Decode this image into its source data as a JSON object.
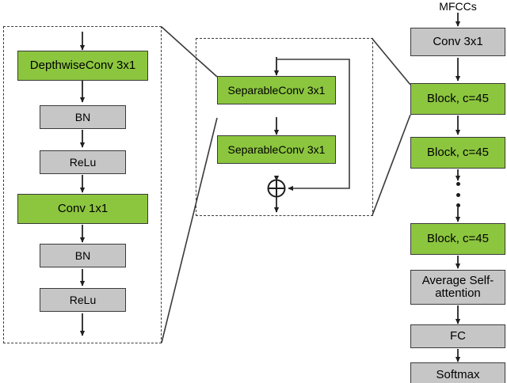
{
  "figure": {
    "title": "Neural network architecture diagram",
    "colors": {
      "green": "#8CC63F",
      "gray": "#C6C6C6",
      "stroke": "#3a3a3a",
      "background": "#ffffff"
    }
  },
  "left_panel": {
    "name": "depthwise-separable-conv-expansion",
    "nodes": [
      {
        "id": "depthwiseconv",
        "label": "DepthwiseConv 3x1",
        "style": "green"
      },
      {
        "id": "bn1",
        "label": "BN",
        "style": "gray"
      },
      {
        "id": "relu1",
        "label": "ReLu",
        "style": "gray"
      },
      {
        "id": "conv1x1",
        "label": "Conv 1x1",
        "style": "green"
      },
      {
        "id": "bn2",
        "label": "BN",
        "style": "gray"
      },
      {
        "id": "relu2",
        "label": "ReLu",
        "style": "gray"
      }
    ]
  },
  "middle_panel": {
    "name": "block-expansion",
    "nodes": [
      {
        "id": "sepconv1",
        "label": "SeparableConv 3x1",
        "style": "green"
      },
      {
        "id": "sepconv2",
        "label": "SeparableConv 3x1",
        "style": "green"
      }
    ],
    "operator": {
      "id": "residual-add",
      "symbol": "⊕",
      "label": "add"
    }
  },
  "right_panel": {
    "name": "full-network-pipeline",
    "input_label": "MFCCs",
    "nodes": [
      {
        "id": "conv3x1",
        "label": "Conv 3x1",
        "style": "gray"
      },
      {
        "id": "block1",
        "label": "Block, c=45",
        "style": "green"
      },
      {
        "id": "block2",
        "label": "Block, c=45",
        "style": "green"
      },
      {
        "id": "block_n",
        "label": "Block, c=45",
        "style": "green"
      },
      {
        "id": "avgattn",
        "label": "Average Self-\nattention",
        "style": "gray"
      },
      {
        "id": "fc",
        "label": "FC",
        "style": "gray"
      },
      {
        "id": "softmax",
        "label": "Softmax",
        "style": "gray"
      }
    ],
    "ellipsis": "• • •"
  }
}
